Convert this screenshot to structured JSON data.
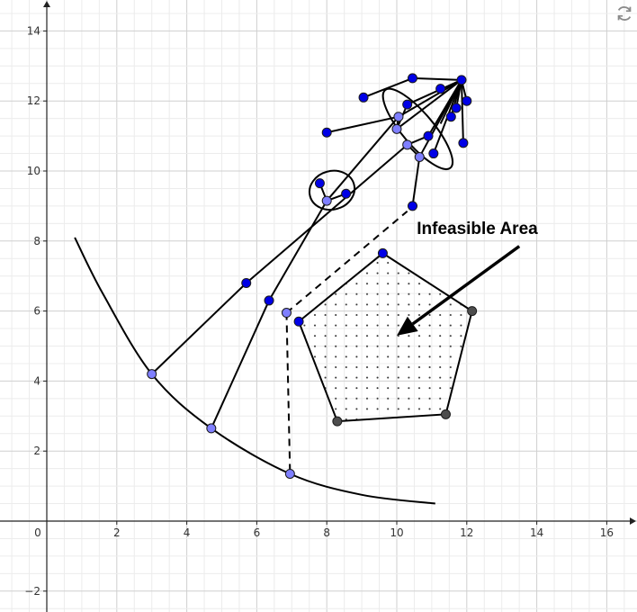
{
  "annotation": {
    "text": "Infeasible Area"
  },
  "axes": {
    "x_ticks": [
      "0",
      "2",
      "4",
      "6",
      "8",
      "10",
      "12",
      "14",
      "16"
    ],
    "y_ticks": [
      "−2",
      "2",
      "4",
      "6",
      "8",
      "10",
      "12",
      "14"
    ],
    "xlim": [
      -1,
      17.2
    ],
    "ylim": [
      -2.6,
      15
    ],
    "grid": true
  },
  "colors": {
    "point_dark_blue": "#0000e6",
    "point_light_blue": "#7f7fff",
    "point_gray": "#4d4d4d",
    "line": "#000000",
    "grid_minor": "#ececec",
    "grid_major": "#cfcfcf"
  },
  "graphics_view": {
    "refresh_icon": "refresh-icon"
  },
  "arc": {
    "points": [
      [
        0.8,
        8.1
      ],
      [
        1.6,
        6.5
      ],
      [
        3.0,
        4.2
      ],
      [
        4.7,
        2.65
      ],
      [
        6.95,
        1.35
      ],
      [
        9.0,
        0.75
      ],
      [
        11.1,
        0.5
      ]
    ]
  },
  "pentagon": {
    "vertices": [
      [
        7.2,
        5.7
      ],
      [
        9.6,
        7.65
      ],
      [
        12.15,
        6.0
      ],
      [
        11.4,
        3.05
      ],
      [
        8.3,
        2.85
      ]
    ]
  },
  "segments": [
    {
      "from": [
        3.0,
        4.2
      ],
      "to": [
        5.7,
        6.8
      ]
    },
    {
      "from": [
        5.7,
        6.8
      ],
      "to": [
        10.3,
        10.75
      ]
    },
    {
      "from": [
        4.7,
        2.65
      ],
      "to": [
        6.35,
        6.3
      ]
    },
    {
      "from": [
        6.35,
        6.3
      ],
      "to": [
        8.0,
        9.15
      ]
    },
    {
      "from": [
        8.0,
        9.15
      ],
      "to": [
        10.05,
        11.55
      ]
    },
    {
      "from": [
        7.8,
        9.65
      ],
      "to": [
        8.0,
        9.15
      ]
    },
    {
      "from": [
        8.0,
        9.15
      ],
      "to": [
        8.55,
        9.35
      ]
    },
    {
      "from": [
        10.3,
        10.75
      ],
      "to": [
        10.65,
        10.4
      ]
    },
    {
      "from": [
        10.65,
        10.4
      ],
      "to": [
        10.45,
        9.0
      ]
    },
    {
      "from": [
        10.3,
        10.75
      ],
      "to": [
        10.9,
        11.0
      ]
    },
    {
      "from": [
        10.0,
        11.2
      ],
      "to": [
        10.3,
        11.9
      ]
    },
    {
      "from": [
        10.0,
        11.2
      ],
      "to": [
        10.05,
        11.55
      ]
    },
    {
      "from": [
        8.0,
        11.1
      ],
      "to": [
        10.05,
        11.55
      ]
    },
    {
      "from": [
        9.05,
        12.1
      ],
      "to": [
        10.45,
        12.65
      ]
    },
    {
      "from": [
        10.45,
        12.65
      ],
      "to": [
        11.85,
        12.6
      ]
    },
    {
      "from": [
        10.05,
        11.55
      ],
      "to": [
        11.85,
        12.6
      ]
    },
    {
      "from": [
        10.3,
        11.9
      ],
      "to": [
        11.85,
        12.6
      ]
    },
    {
      "from": [
        10.9,
        11.0
      ],
      "to": [
        11.85,
        12.6
      ]
    },
    {
      "from": [
        10.65,
        10.4
      ],
      "to": [
        11.85,
        12.6
      ]
    },
    {
      "from": [
        10.0,
        11.2
      ],
      "to": [
        11.85,
        12.6
      ]
    },
    {
      "from": [
        11.75,
        12.35
      ],
      "to": [
        11.85,
        12.6
      ]
    },
    {
      "from": [
        11.85,
        12.6
      ],
      "to": [
        12.0,
        12.0
      ]
    },
    {
      "from": [
        11.85,
        12.6
      ],
      "to": [
        11.9,
        10.8
      ]
    },
    {
      "from": [
        11.85,
        12.6
      ],
      "to": [
        11.55,
        11.55
      ]
    },
    {
      "from": [
        11.85,
        12.6
      ],
      "to": [
        11.05,
        10.5
      ]
    },
    {
      "from": [
        11.85,
        12.6
      ],
      "to": [
        11.7,
        11.8
      ]
    },
    {
      "from": [
        11.85,
        12.6
      ],
      "to": [
        11.25,
        11.35
      ]
    }
  ],
  "dashed_segments": [
    {
      "from": [
        6.85,
        5.95
      ],
      "to": [
        10.3,
        8.85
      ]
    },
    {
      "from": [
        6.85,
        5.95
      ],
      "to": [
        6.95,
        1.35
      ]
    }
  ],
  "ellipses": [
    {
      "cx": 8.15,
      "cy": 9.45,
      "rx": 0.65,
      "ry": 0.55,
      "rotation": -15
    },
    {
      "cx": 10.6,
      "cy": 11.2,
      "rx": 1.45,
      "ry": 0.45,
      "rotation": 50
    }
  ],
  "points": [
    {
      "xy": [
        3.0,
        4.2
      ],
      "kind": "light"
    },
    {
      "xy": [
        4.7,
        2.65
      ],
      "kind": "light"
    },
    {
      "xy": [
        6.95,
        1.35
      ],
      "kind": "light"
    },
    {
      "xy": [
        6.85,
        5.95
      ],
      "kind": "light"
    },
    {
      "xy": [
        8.0,
        9.15
      ],
      "kind": "light"
    },
    {
      "xy": [
        10.05,
        11.55
      ],
      "kind": "light"
    },
    {
      "xy": [
        10.0,
        11.2
      ],
      "kind": "light"
    },
    {
      "xy": [
        10.3,
        10.75
      ],
      "kind": "light"
    },
    {
      "xy": [
        10.65,
        10.4
      ],
      "kind": "light"
    },
    {
      "xy": [
        5.7,
        6.8
      ],
      "kind": "dark"
    },
    {
      "xy": [
        6.35,
        6.3
      ],
      "kind": "dark"
    },
    {
      "xy": [
        7.8,
        9.65
      ],
      "kind": "dark"
    },
    {
      "xy": [
        8.55,
        9.35
      ],
      "kind": "dark"
    },
    {
      "xy": [
        10.45,
        9.0
      ],
      "kind": "dark"
    },
    {
      "xy": [
        7.2,
        5.7
      ],
      "kind": "dark"
    },
    {
      "xy": [
        9.6,
        7.65
      ],
      "kind": "dark"
    },
    {
      "xy": [
        8.0,
        11.1
      ],
      "kind": "dark"
    },
    {
      "xy": [
        9.05,
        12.1
      ],
      "kind": "dark"
    },
    {
      "xy": [
        10.45,
        12.65
      ],
      "kind": "dark"
    },
    {
      "xy": [
        10.3,
        11.9
      ],
      "kind": "dark"
    },
    {
      "xy": [
        11.25,
        12.35
      ],
      "kind": "dark"
    },
    {
      "xy": [
        11.85,
        12.6
      ],
      "kind": "dark"
    },
    {
      "xy": [
        12.0,
        12.0
      ],
      "kind": "dark"
    },
    {
      "xy": [
        11.55,
        11.55
      ],
      "kind": "dark"
    },
    {
      "xy": [
        11.7,
        11.8
      ],
      "kind": "dark"
    },
    {
      "xy": [
        10.9,
        11.0
      ],
      "kind": "dark"
    },
    {
      "xy": [
        11.05,
        10.5
      ],
      "kind": "dark"
    },
    {
      "xy": [
        11.9,
        10.8
      ],
      "kind": "dark"
    },
    {
      "xy": [
        12.15,
        6.0
      ],
      "kind": "gray"
    },
    {
      "xy": [
        11.4,
        3.05
      ],
      "kind": "gray"
    },
    {
      "xy": [
        8.3,
        2.85
      ],
      "kind": "gray"
    }
  ],
  "arrow": {
    "from": [
      13.5,
      7.85
    ],
    "to": [
      10.0,
      5.3
    ]
  },
  "annotation_anchor": [
    12.3,
    8.2
  ]
}
